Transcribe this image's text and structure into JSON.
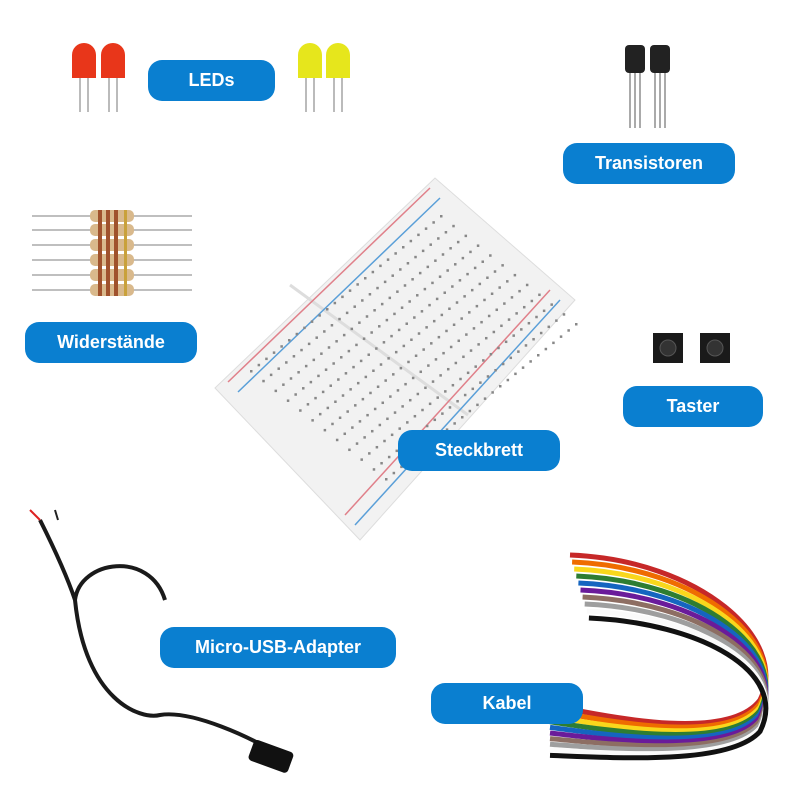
{
  "labels": {
    "leds": "LEDs",
    "transistors": "Transistoren",
    "resistors": "Widerstände",
    "buttons": "Taster",
    "breadboard": "Steckbrett",
    "usb_adapter": "Micro-USB-Adapter",
    "cables": "Kabel"
  },
  "colors": {
    "label_bg": "#0a7fd0",
    "label_text": "#ffffff"
  }
}
